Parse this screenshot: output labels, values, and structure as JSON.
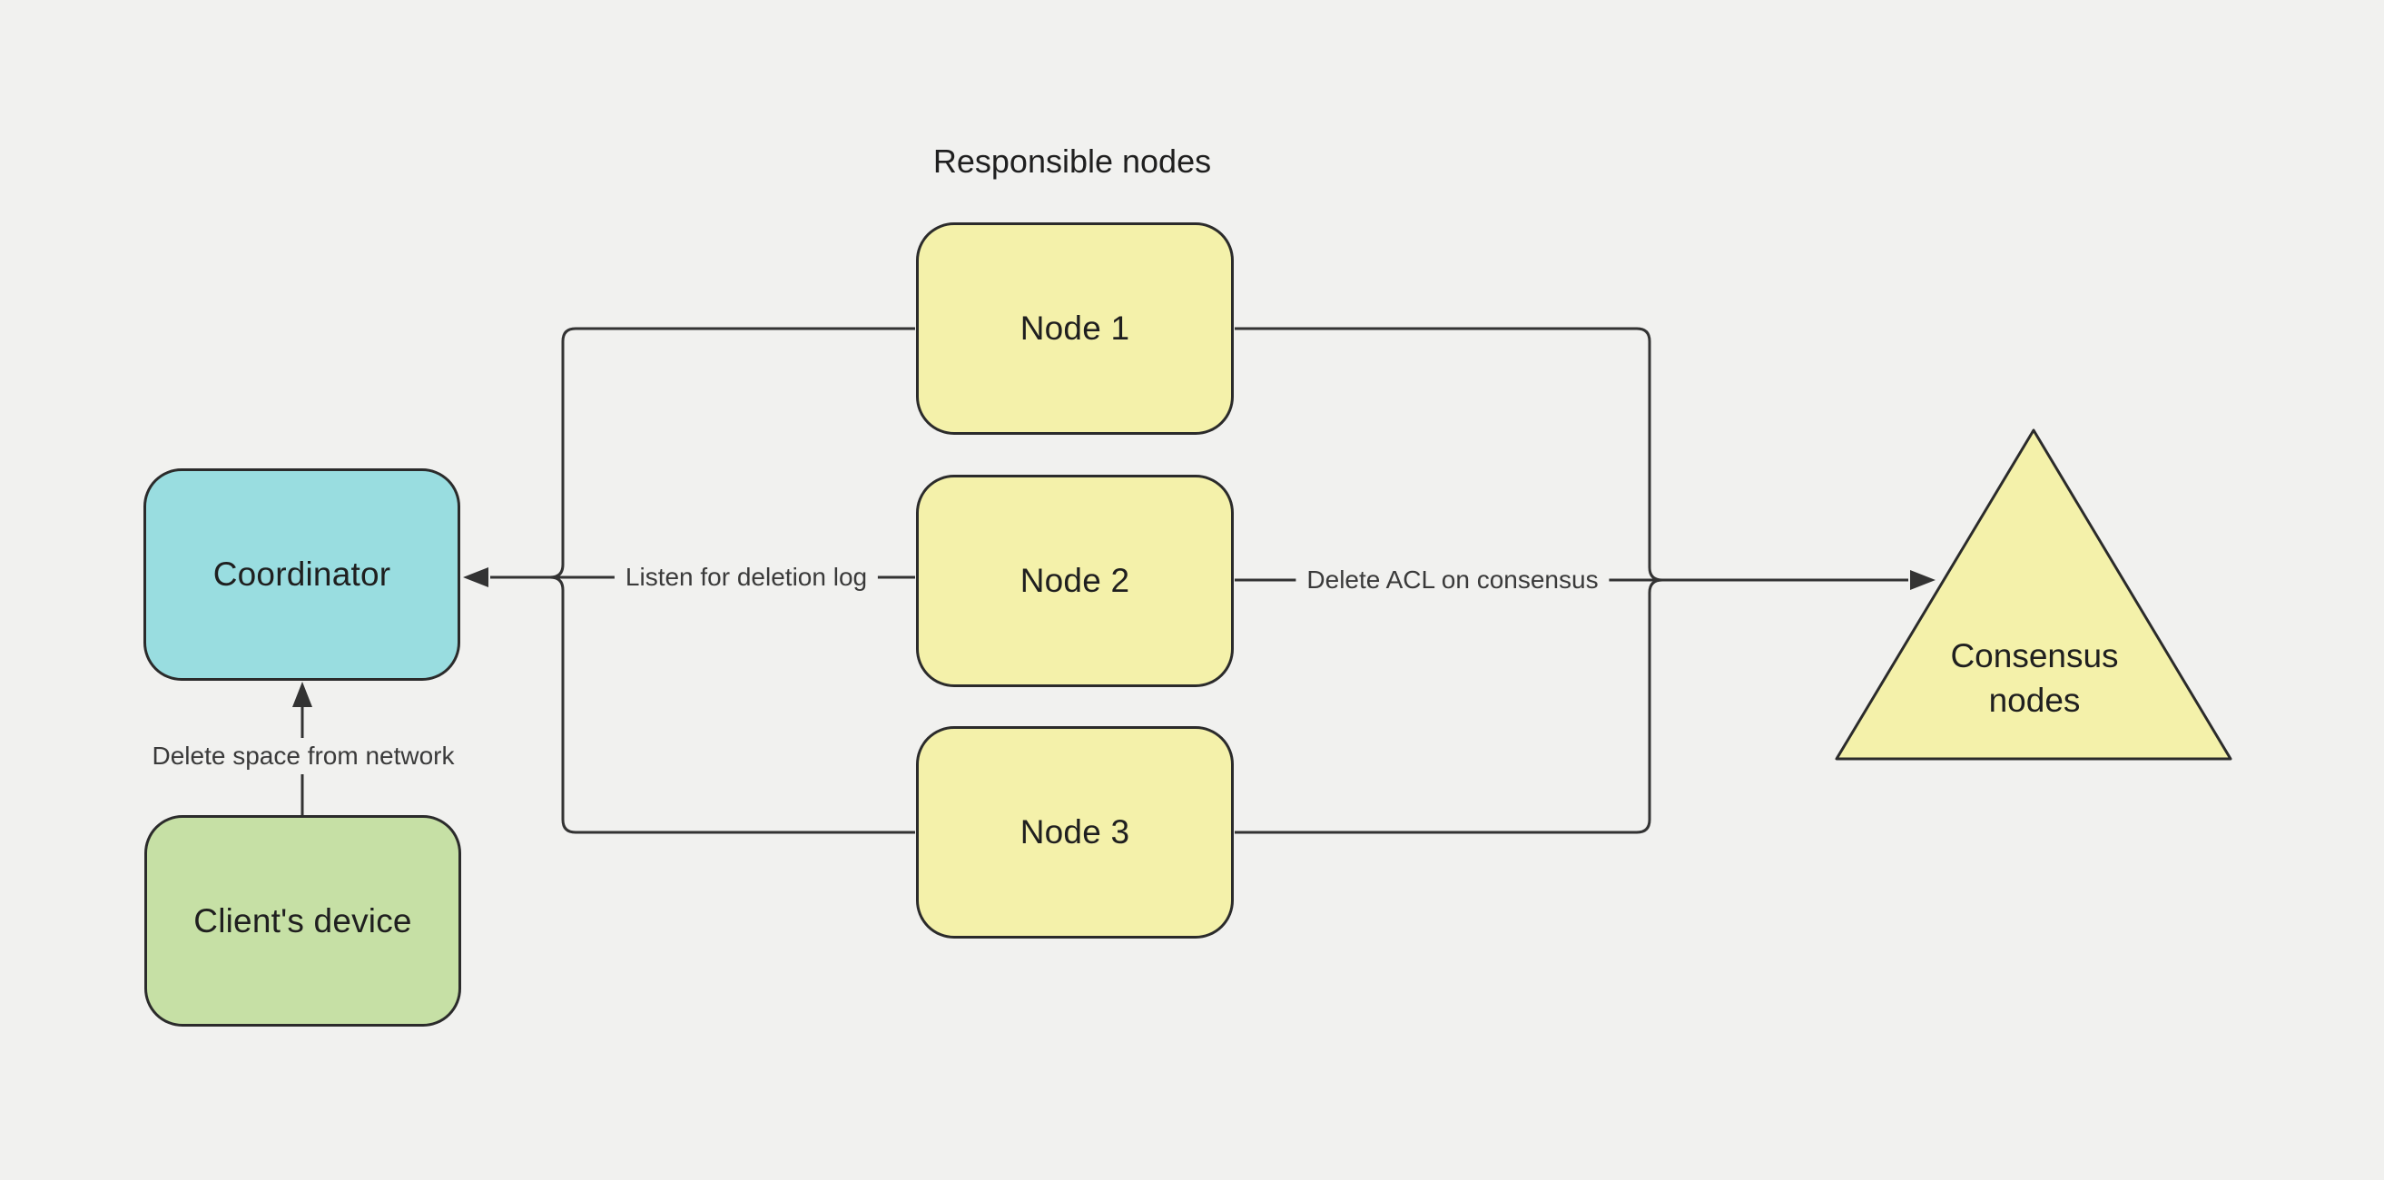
{
  "canvas": {
    "title": "Responsible nodes",
    "background_color": "#f1f1ef"
  },
  "colors": {
    "node_yellow": "#f4f1aa",
    "coordinator_teal": "#99dde0",
    "client_green": "#c6e0a5",
    "shape_border": "#2b2b2b",
    "connector_line": "#333333",
    "shape_text": "#1f1f1f",
    "edge_label_text": "#3a3a3a"
  },
  "nodes": {
    "node1": {
      "label": "Node 1"
    },
    "node2": {
      "label": "Node 2"
    },
    "node3": {
      "label": "Node 3"
    },
    "coordinator": {
      "label": "Coordinator"
    },
    "client": {
      "label": "Client's device"
    },
    "consensus": {
      "label": "Consensus nodes"
    }
  },
  "edges": {
    "listen": {
      "label": "Listen for deletion log"
    },
    "delete_acl": {
      "label": "Delete ACL on consensus"
    },
    "delete_space": {
      "label": "Delete space from network"
    }
  }
}
